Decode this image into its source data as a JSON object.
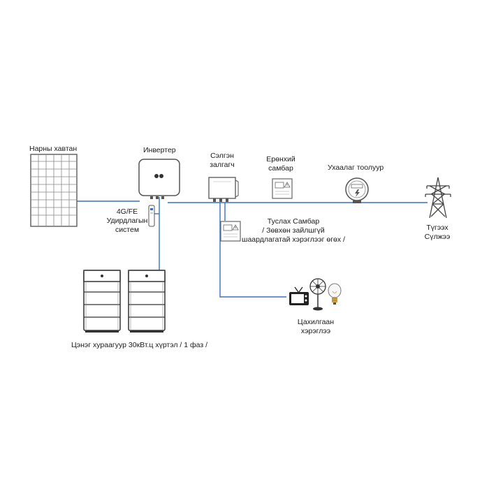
{
  "labels": {
    "solar_panel": "Нарны хавтан",
    "inverter": "Инвертер",
    "switch_line1": "Сэлгэн",
    "switch_line2": "залгагч",
    "main_panel_line1": "Ерөнхий",
    "main_panel_line2": "самбар",
    "smart_meter": "Ухаалаг тоолуур",
    "grid_line1": "Түгээх",
    "grid_line2": "Сүлжээ",
    "monitoring_line1": "4G/FE",
    "monitoring_line2": "Удирдлагын",
    "monitoring_line3": "систем",
    "backup_line1": "Туслах Самбар",
    "backup_line2": "/ Зөвхөн зайлшгүй",
    "backup_line3": "шаардлагатай хэрэглээг өгөх /",
    "loads_line1": "Цахилгаан",
    "loads_line2": "хэрэглээ",
    "battery": "Цэнэг хураагуур 30кВт.ц хүртэл / 1 фаз /"
  },
  "colors": {
    "wire": "#3a6fc4",
    "outline": "#555555",
    "text": "#1a1a1a"
  }
}
